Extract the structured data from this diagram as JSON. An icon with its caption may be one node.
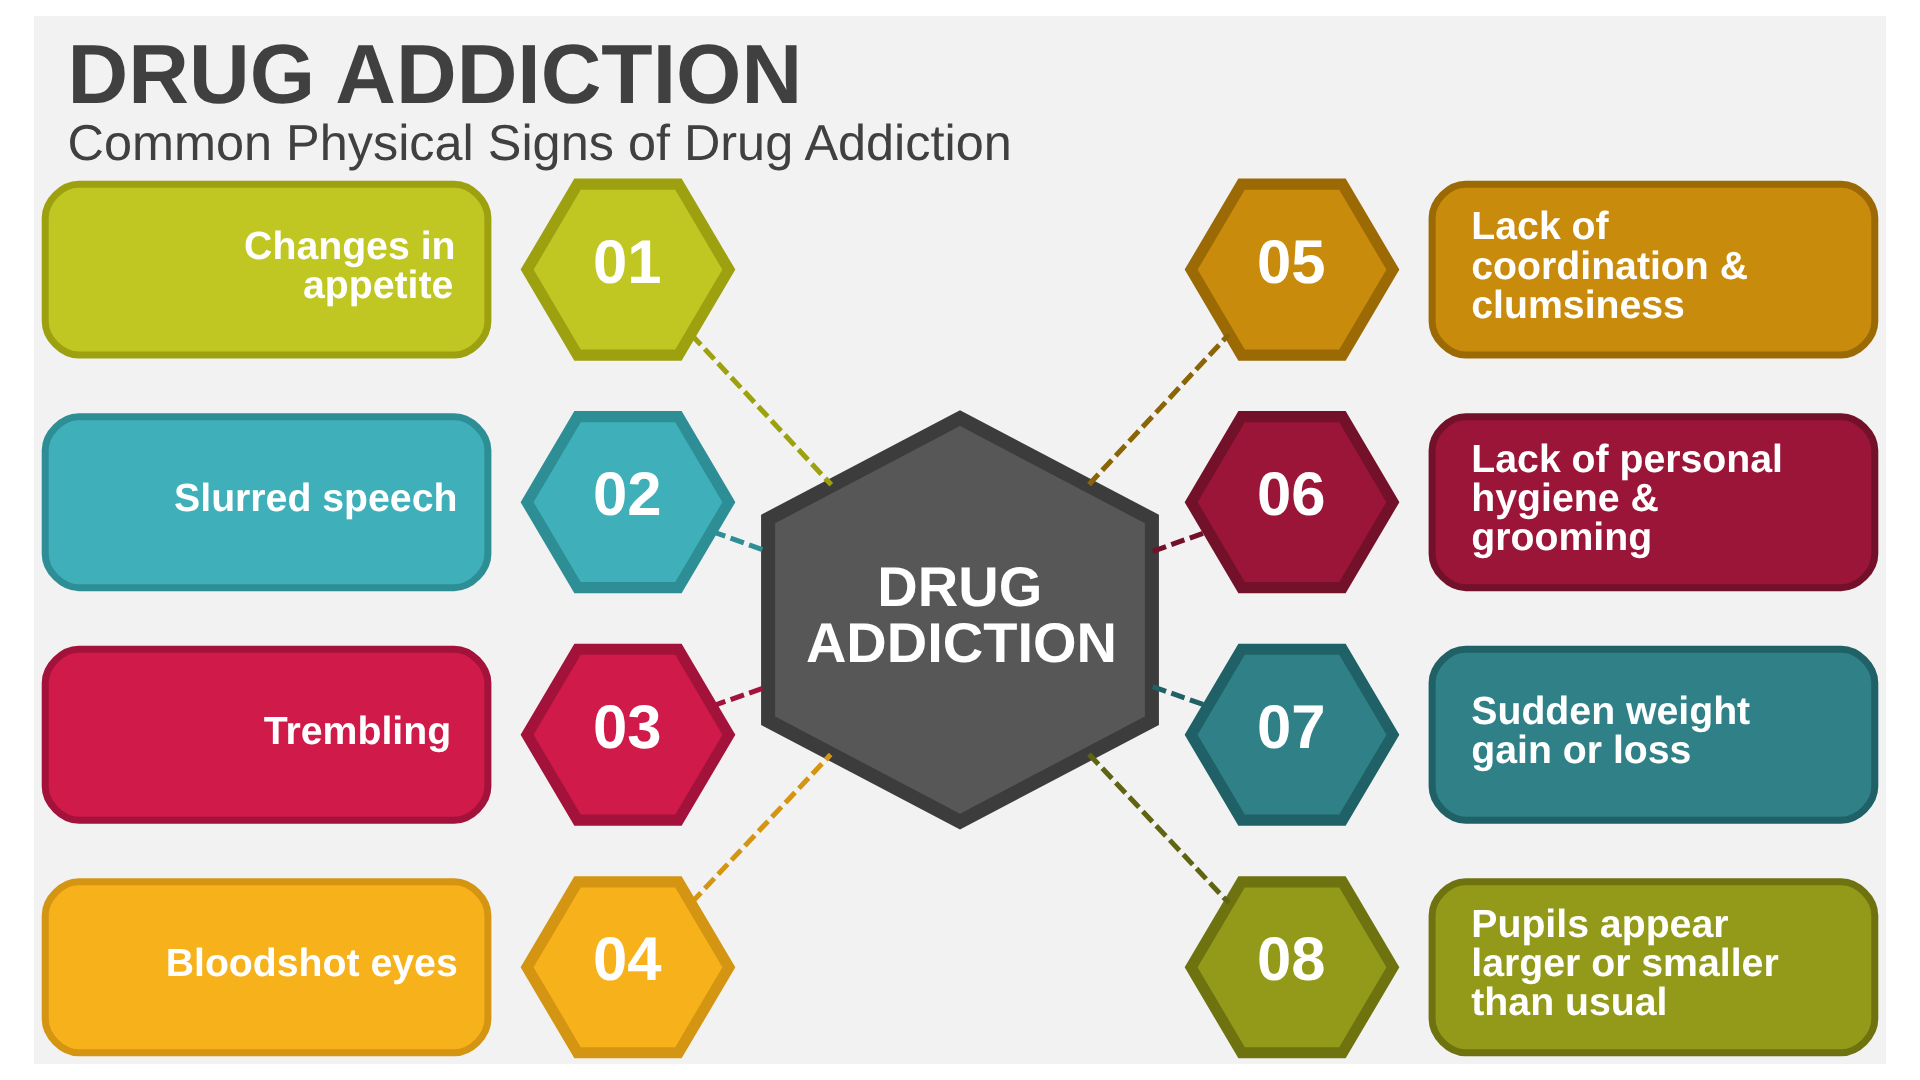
{
  "diagram": {
    "title": "DRUG ADDICTION",
    "caption": "Common Physical Signs of Drug Addiction",
    "nodes": [
      {
        "text": [
          "DRUG ADDICTION"
        ]
      },
      {
        "text": [
          "Changes in appetite"
        ]
      },
      {
        "text": [
          "01"
        ]
      },
      {
        "text": [
          "Slurred speech"
        ]
      },
      {
        "text": [
          "02"
        ]
      },
      {
        "text": [
          "Trembling"
        ]
      },
      {
        "text": [
          "03"
        ]
      },
      {
        "text": [
          "Bloodshot eyes"
        ]
      },
      {
        "text": [
          "04"
        ]
      },
      {
        "text": [
          "05"
        ]
      },
      {
        "text": [
          "Lack of coordination & clumsiness"
        ]
      },
      {
        "text": [
          "06"
        ]
      },
      {
        "text": [
          "Lack of personal hygiene & grooming"
        ]
      },
      {
        "text": [
          "07"
        ]
      },
      {
        "text": [
          "Sudden weight gain or loss"
        ]
      },
      {
        "text": [
          "08"
        ]
      },
      {
        "text": [
          "Pupils appear larger or smaller than usual"
        ]
      }
    ],
    "edges": [
      {
        "from": 2,
        "to": 0,
        "arrow": "none",
        "style": "dashed",
        "color": "#9da10f"
      },
      {
        "from": 4,
        "to": 0,
        "arrow": "none",
        "style": "dashed",
        "color": "#2e8e96"
      },
      {
        "from": 6,
        "to": 0,
        "arrow": "none",
        "style": "dashed",
        "color": "#a3123a"
      },
      {
        "from": 8,
        "to": 0,
        "arrow": "none",
        "style": "dashed",
        "color": "#d49513"
      },
      {
        "from": 0,
        "to": 9,
        "arrow": "none",
        "style": "dashed",
        "color": "#8a6405"
      },
      {
        "from": 0,
        "to": 11,
        "arrow": "none",
        "style": "dashed",
        "color": "#73102a"
      },
      {
        "from": 0,
        "to": 13,
        "arrow": "none",
        "style": "dashed",
        "color": "#1f6166"
      },
      {
        "from": 0,
        "to": 15,
        "arrow": "none",
        "style": "dashed",
        "color": "#5f6410"
      }
    ]
  }
}
